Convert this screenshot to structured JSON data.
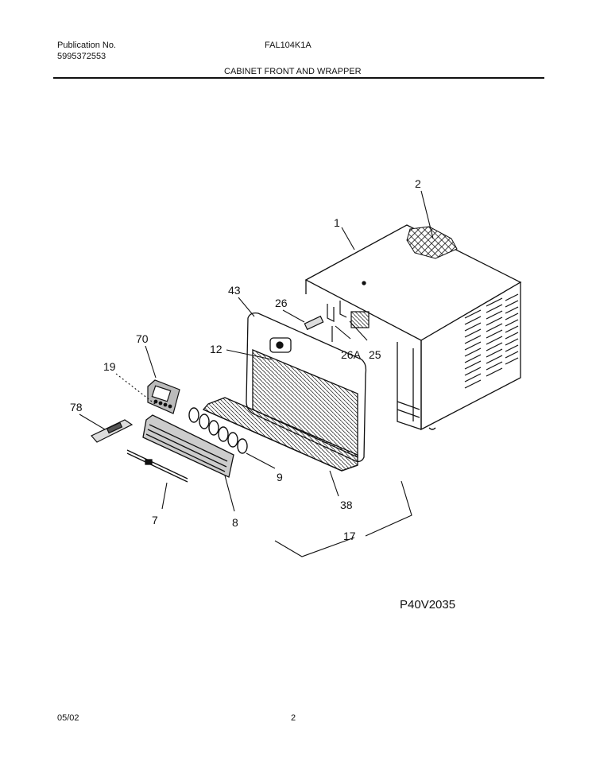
{
  "header": {
    "publication_label": "Publication No.",
    "publication_number": "5995372553",
    "model": "FAL104K1A",
    "section_title": "CABINET FRONT AND WRAPPER"
  },
  "callouts": {
    "c1": "1",
    "c2": "2",
    "c43": "43",
    "c26": "26",
    "c26a": "26A",
    "c25": "25",
    "c12": "12",
    "c70": "70",
    "c19": "19",
    "c78": "78",
    "c9": "9",
    "c38": "38",
    "c7": "7",
    "c8": "8",
    "c17": "17"
  },
  "figure_code": "P40V2035",
  "footer": {
    "date": "05/02",
    "page": "2"
  }
}
